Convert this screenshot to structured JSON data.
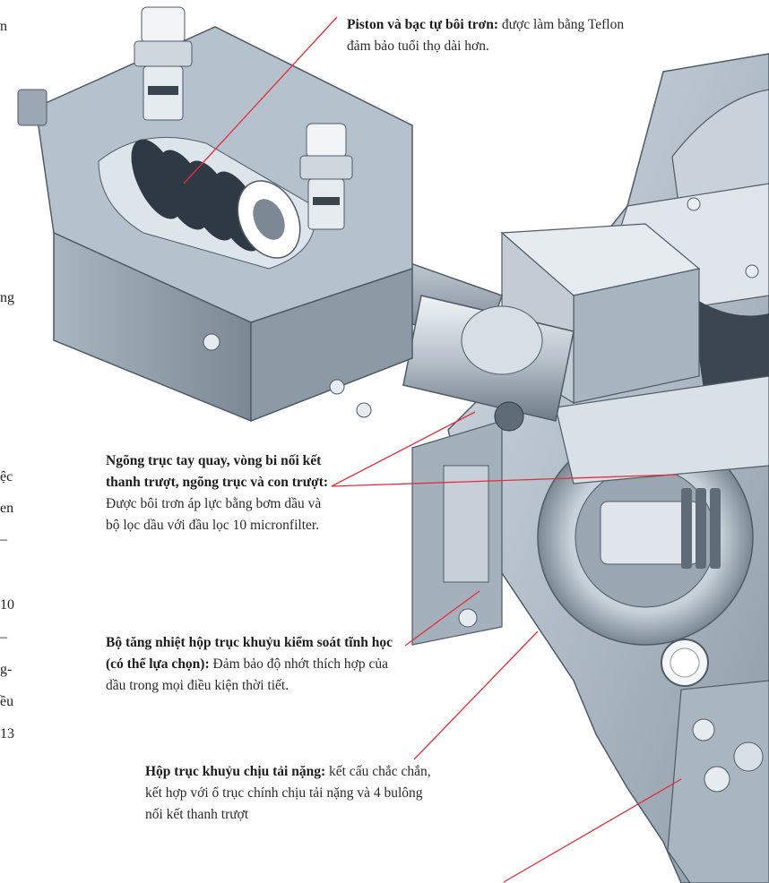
{
  "callouts": [
    {
      "title": "Piston và bạc tự bôi trơn:",
      "text": " được làm bằng Teflon đảm bảo tuổi thọ dài hơn."
    },
    {
      "title": "Ngõng trục tay quay, vòng bi nối kết thanh trượt, ngõng trục và con trượt:",
      "text": " Được bôi trơn áp lực bằng bơm dầu và bộ lọc dầu với đầu lọc 10 micronfilter."
    },
    {
      "title": "Bộ tăng nhiệt hộp trục khuỷu kiểm soát tĩnh học (có thể lựa chọn):",
      "text": " Đảm bảo độ nhớt thích hợp của dầu trong mọi điều kiện thời tiết."
    },
    {
      "title": "Hộp trục khuỷu chịu tải nặng:",
      "text": " kết cấu chắc chắn, kết hợp với ổ trục chính chịu tải nặng và 4 bulông nối kết thanh trượt"
    }
  ],
  "left_fragments": [
    "n",
    "ng",
    "ệc",
    "en",
    "–",
    "10",
    "–",
    "g-",
    "ều",
    "13"
  ],
  "colors": {
    "leader_line": "#e0303a",
    "machine_base": "#b7c3cf",
    "machine_dark": "#4f5b66"
  }
}
